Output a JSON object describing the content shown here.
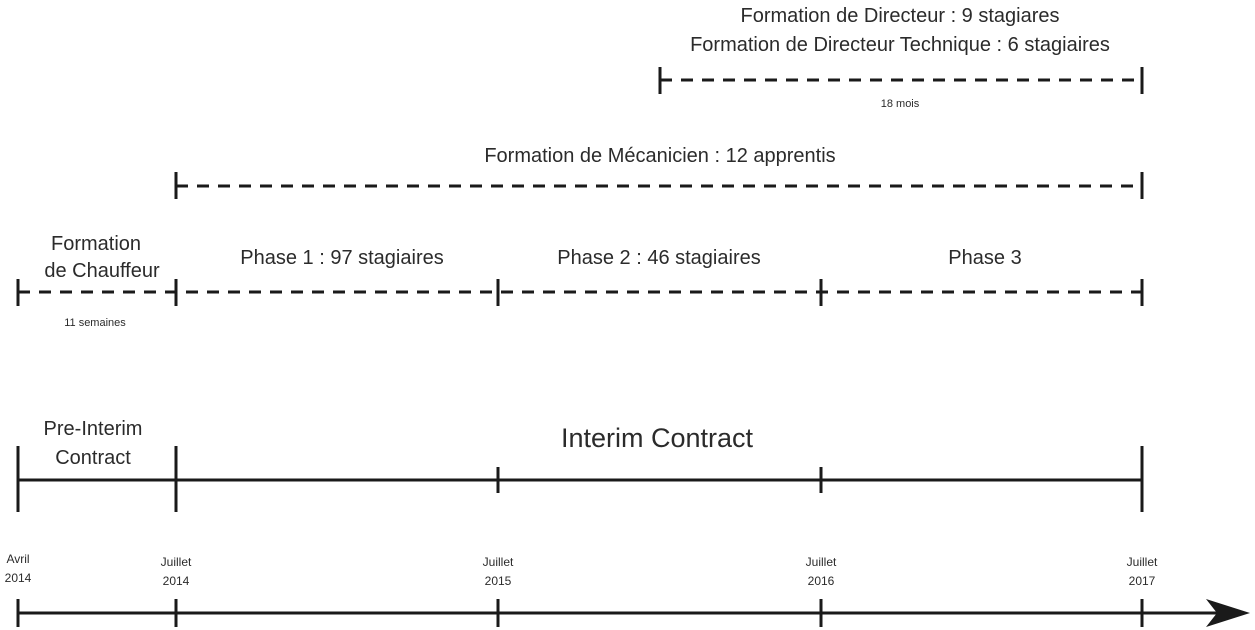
{
  "directeur": {
    "line1": "Formation de Directeur : 9 stagiares",
    "line2": "Formation de Directeur Technique : 6 stagiaires",
    "duration": "18 mois"
  },
  "mecanicien": {
    "label": "Formation de Mécanicien : 12 apprentis"
  },
  "chauffeur": {
    "line1": "Formation",
    "line2": "de Chauffeur",
    "duration": "11 semaines"
  },
  "phases": [
    {
      "label": "Phase 1 : 97 stagiaires"
    },
    {
      "label": "Phase 2 : 46 stagiaires"
    },
    {
      "label": "Phase 3"
    }
  ],
  "contracts": {
    "pre_line1": "Pre-Interim",
    "pre_line2": "Contract",
    "interim": "Interim Contract"
  },
  "timeline": [
    {
      "line1": "Avril",
      "line2": "2014"
    },
    {
      "line1": "Juillet",
      "line2": "2014"
    },
    {
      "line1": "Juillet",
      "line2": "2015"
    },
    {
      "line1": "Juillet",
      "line2": "2016"
    },
    {
      "line1": "Juillet",
      "line2": "2017"
    }
  ]
}
